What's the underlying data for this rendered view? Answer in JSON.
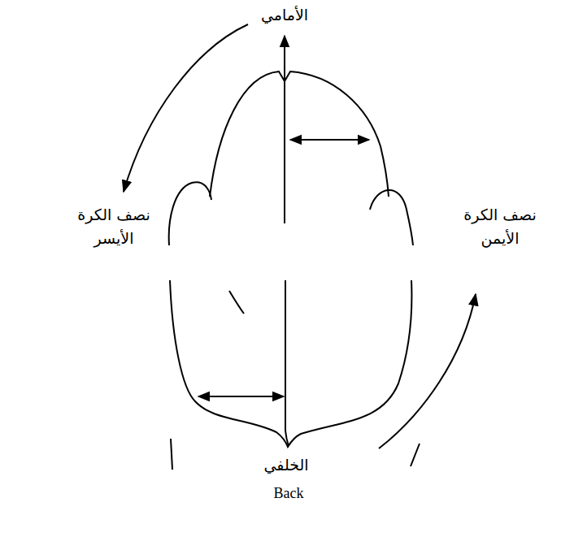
{
  "diagram": {
    "labels": [
      "الأمامي",
      "نصف الكرة الأيسر",
      "نصف الكرة الأيمن",
      "الخلفي",
      "Back"
    ]
  }
}
